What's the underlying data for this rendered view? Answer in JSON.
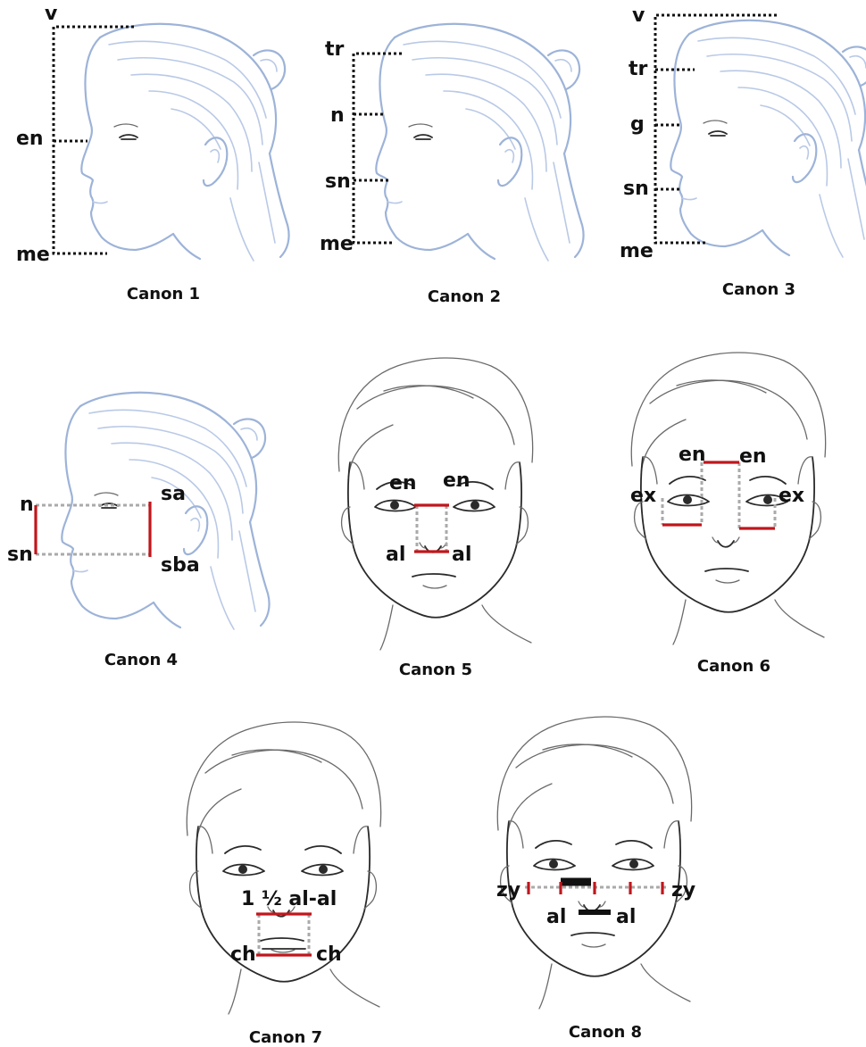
{
  "canons": [
    {
      "caption": "Canon 1",
      "labels": [
        "v",
        "en",
        "me"
      ]
    },
    {
      "caption": "Canon 2",
      "labels": [
        "tr",
        "n",
        "sn",
        "me"
      ]
    },
    {
      "caption": "Canon 3",
      "labels": [
        "v",
        "tr",
        "g",
        "sn",
        "me"
      ]
    },
    {
      "caption": "Canon 4",
      "labels": [
        "n",
        "sn",
        "sa",
        "sba"
      ]
    },
    {
      "caption": "Canon 5",
      "labels": [
        "en",
        "en",
        "al",
        "al"
      ]
    },
    {
      "caption": "Canon 6",
      "labels": [
        "en",
        "en",
        "ex",
        "ex"
      ]
    },
    {
      "caption": "Canon 7",
      "labels": [
        "1 ½ al-al",
        "ch",
        "ch"
      ]
    },
    {
      "caption": "Canon 8",
      "labels": [
        "zy",
        "zy",
        "al",
        "al"
      ]
    }
  ],
  "colors": {
    "profile_sketch": "#9db3d8",
    "frontal_sketch": "#2a2a2a",
    "measure_red": "#c0161c",
    "guide_grey": "#aaaaaa",
    "guide_black": "#111111"
  }
}
